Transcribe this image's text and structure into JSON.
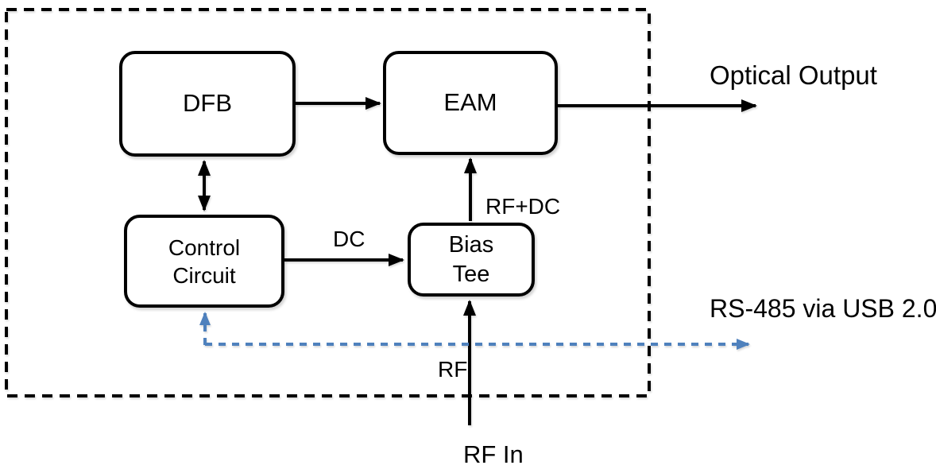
{
  "blocks": {
    "dfb": {
      "label": "DFB"
    },
    "eam": {
      "label": "EAM"
    },
    "control_circuit": {
      "label": "Control Circuit",
      "line1": "Control",
      "line2": "Circuit"
    },
    "bias_tee": {
      "label": "Bias Tee",
      "line1": "Bias",
      "line2": "Tee"
    }
  },
  "edge_labels": {
    "optical_output": "Optical Output",
    "rs485": "RS-485 via USB 2.0",
    "dc": "DC",
    "rf_plus_dc": "RF+DC",
    "rf": "RF",
    "rf_in": "RF In"
  },
  "colors": {
    "line": "#000000",
    "comm_line": "#4f81bd",
    "background": "#ffffff"
  },
  "connections": [
    {
      "from": "DFB",
      "to": "EAM",
      "type": "solid-arrow"
    },
    {
      "from": "EAM",
      "to": "Optical Output",
      "type": "solid-arrow"
    },
    {
      "from": "DFB",
      "to": "Control Circuit",
      "type": "solid-double-arrow"
    },
    {
      "from": "Control Circuit",
      "to": "Bias Tee",
      "label": "DC",
      "type": "solid-arrow"
    },
    {
      "from": "Bias Tee",
      "to": "EAM",
      "label": "RF+DC",
      "type": "solid-arrow"
    },
    {
      "from": "RF In",
      "to": "Bias Tee",
      "label": "RF",
      "type": "solid-arrow"
    },
    {
      "from": "Control Circuit",
      "to": "RS-485 via USB 2.0",
      "type": "dashed-comm-double-arrow"
    }
  ]
}
